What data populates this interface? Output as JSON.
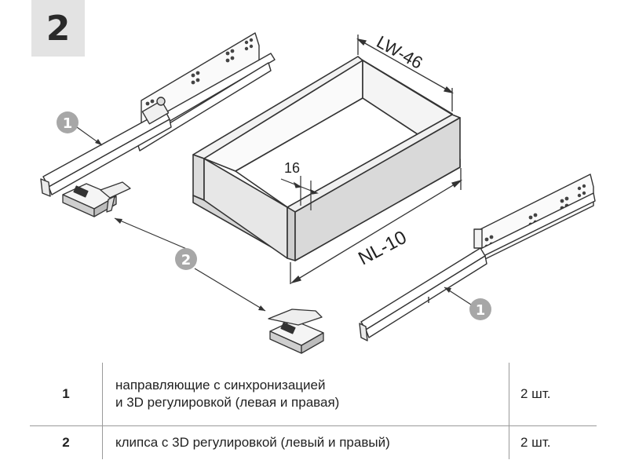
{
  "step_number": "2",
  "dimensions": {
    "width_label": "LW-46",
    "length_label": "NL-10",
    "thickness_label": "16"
  },
  "callouts": {
    "runner_left": "1",
    "clips": "2",
    "runner_right": "1"
  },
  "parts_table": [
    {
      "number": "1",
      "description_lines": [
        "направляющие с синхронизацией",
        "и 3D регулировкой (левая и правая)"
      ],
      "quantity": "2 шт."
    },
    {
      "number": "2",
      "description_lines": [
        "клипса с 3D регулировкой (левый и правый)"
      ],
      "quantity": "2 шт."
    }
  ],
  "colors": {
    "line": "#333333",
    "callout_fill": "#a7a7a7",
    "panel_fill": "#efefef"
  }
}
